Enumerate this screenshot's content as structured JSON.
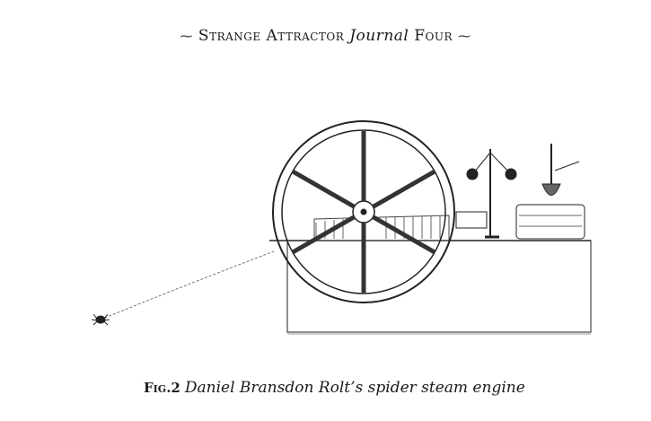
{
  "header": {
    "ornament_left": "⁓",
    "journal_name": "Strange Attractor",
    "journal_word": "Journal",
    "issue": "Four",
    "ornament_right": "⁓"
  },
  "figure": {
    "subject": "spider-steam-engine-illustration"
  },
  "caption": {
    "number": "Fig.2",
    "text": "Daniel Bransdon Rolt’s spider steam engine"
  }
}
